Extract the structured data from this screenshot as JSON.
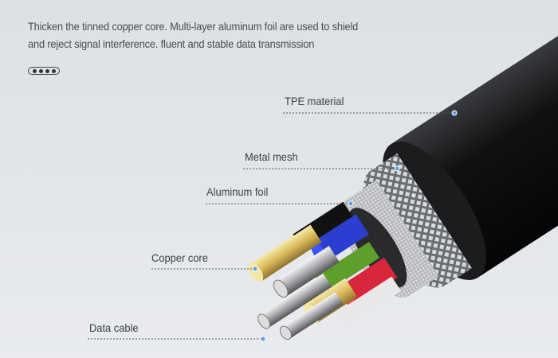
{
  "description": "Thicken the tinned copper core. Multi-layer aluminum foil are used to shield and reject signal interference. fluent and stable data transmission",
  "pager": {
    "dots": 4
  },
  "labels": {
    "tpe": "TPE material",
    "mesh": "Metal mesh",
    "foil": "Aluminum foil",
    "copper": "Copper core",
    "data": "Data cable"
  },
  "colors": {
    "background": "#dfe2e5",
    "jacket": "#1a1a1c",
    "accent_dot": "#4a90d9"
  }
}
